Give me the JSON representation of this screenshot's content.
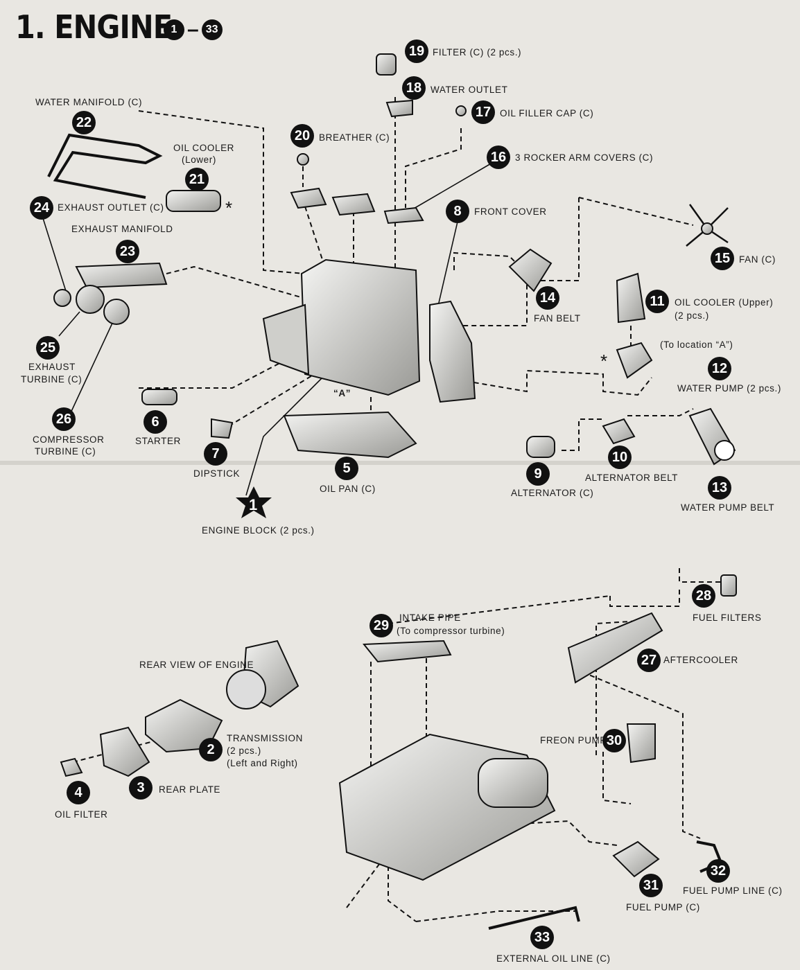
{
  "title": "1. ENGINE",
  "title_range": {
    "from": "1",
    "sep": "–",
    "to": "33"
  },
  "location_marker": "“A”",
  "asterisk": "*",
  "parts": [
    {
      "num": "1",
      "label": "ENGINE BLOCK (2 pcs.)"
    },
    {
      "num": "2",
      "label": "TRANSMISSION",
      "sub1": "(2 pcs.)",
      "sub2": "(Left and Right)"
    },
    {
      "num": "3",
      "label": "REAR PLATE"
    },
    {
      "num": "4",
      "label": "OIL FILTER"
    },
    {
      "num": "5",
      "label": "OIL PAN (C)"
    },
    {
      "num": "6",
      "label": "STARTER"
    },
    {
      "num": "7",
      "label": "DIPSTICK"
    },
    {
      "num": "8",
      "label": "FRONT COVER"
    },
    {
      "num": "9",
      "label": "ALTERNATOR (C)"
    },
    {
      "num": "10",
      "label": "ALTERNATOR BELT"
    },
    {
      "num": "11",
      "label": "OIL COOLER (Upper)",
      "sub1": "(2 pcs.)"
    },
    {
      "num": "12",
      "label": "WATER PUMP (2 pcs.)",
      "note": "(To location “A”)"
    },
    {
      "num": "13",
      "label": "WATER PUMP BELT"
    },
    {
      "num": "14",
      "label": "FAN BELT"
    },
    {
      "num": "15",
      "label": "FAN (C)"
    },
    {
      "num": "16",
      "label": "3 ROCKER ARM COVERS (C)"
    },
    {
      "num": "17",
      "label": "OIL FILLER CAP (C)"
    },
    {
      "num": "18",
      "label": "WATER OUTLET"
    },
    {
      "num": "19",
      "label": "FILTER (C) (2 pcs.)"
    },
    {
      "num": "20",
      "label": "BREATHER (C)"
    },
    {
      "num": "21",
      "label": "OIL COOLER",
      "sub1": "(Lower)"
    },
    {
      "num": "22",
      "label": "WATER MANIFOLD (C)"
    },
    {
      "num": "23",
      "label": "EXHAUST MANIFOLD"
    },
    {
      "num": "24",
      "label": "EXHAUST OUTLET (C)"
    },
    {
      "num": "25",
      "label": "EXHAUST",
      "sub1": "TURBINE (C)"
    },
    {
      "num": "26",
      "label": "COMPRESSOR",
      "sub1": "TURBINE (C)"
    },
    {
      "num": "27",
      "label": "AFTERCOOLER"
    },
    {
      "num": "28",
      "label": "FUEL FILTERS"
    },
    {
      "num": "29",
      "label": "INTAKE PIPE",
      "sub1": "(To compressor turbine)"
    },
    {
      "num": "30",
      "label": "FREON PUMP"
    },
    {
      "num": "31",
      "label": "FUEL PUMP (C)"
    },
    {
      "num": "32",
      "label": "FUEL PUMP LINE (C)"
    },
    {
      "num": "33",
      "label": "EXTERNAL OIL LINE (C)"
    }
  ],
  "rear_view_label": "REAR VIEW OF ENGINE"
}
